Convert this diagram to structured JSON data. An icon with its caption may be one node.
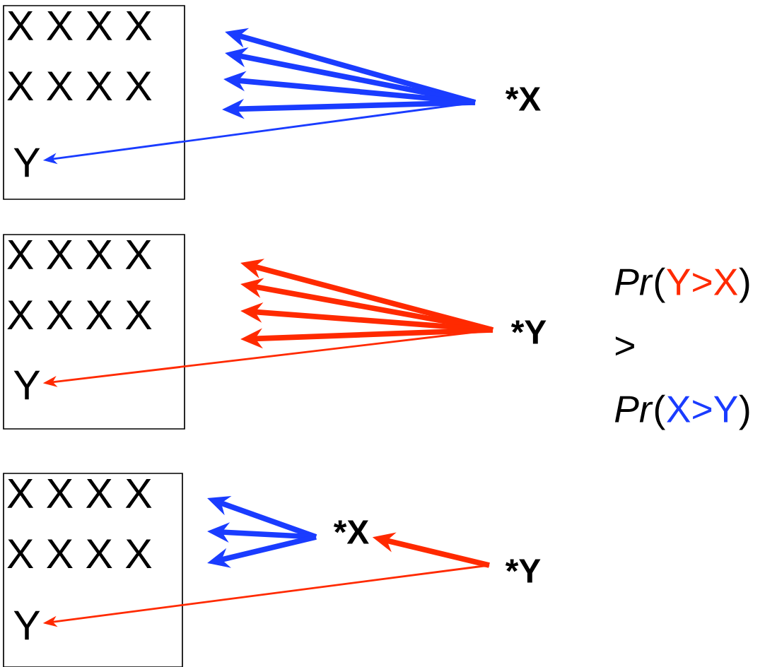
{
  "diagram": {
    "nodes": [
      {
        "text": [
          "X X X X",
          "X X X X"
        ]
      },
      {
        "text": [
          "Y"
        ],
        "in": 0
      },
      {
        "text": [
          "*X"
        ]
      },
      {
        "text": [
          "X X X X",
          "X X X X"
        ]
      },
      {
        "text": [
          "Y"
        ],
        "in": 3
      },
      {
        "text": [
          "*Y"
        ]
      },
      {
        "text": [
          "X X X X",
          "X X X X"
        ]
      },
      {
        "text": [
          "Y"
        ],
        "in": 6
      },
      {
        "text": [
          "*X"
        ]
      },
      {
        "text": [
          "*Y"
        ]
      }
    ],
    "edges": [
      {
        "from": 2,
        "to": null,
        "arrow": "to",
        "color": "#1a3cff"
      },
      {
        "from": 2,
        "to": null,
        "arrow": "to",
        "color": "#1a3cff"
      },
      {
        "from": 2,
        "to": null,
        "arrow": "to",
        "color": "#1a3cff"
      },
      {
        "from": 2,
        "to": null,
        "arrow": "to",
        "color": "#1a3cff"
      },
      {
        "from": 2,
        "to": 1,
        "arrow": "to",
        "color": "#1a3cff"
      },
      {
        "from": 5,
        "to": null,
        "arrow": "to",
        "color": "#ff2a00"
      },
      {
        "from": 5,
        "to": null,
        "arrow": "to",
        "color": "#ff2a00"
      },
      {
        "from": 5,
        "to": null,
        "arrow": "to",
        "color": "#ff2a00"
      },
      {
        "from": 5,
        "to": null,
        "arrow": "to",
        "color": "#ff2a00"
      },
      {
        "from": 5,
        "to": 4,
        "arrow": "to",
        "color": "#ff2a00"
      },
      {
        "from": 8,
        "to": null,
        "arrow": "to",
        "color": "#1a3cff"
      },
      {
        "from": 8,
        "to": null,
        "arrow": "to",
        "color": "#1a3cff"
      },
      {
        "from": 8,
        "to": null,
        "arrow": "to",
        "color": "#1a3cff"
      },
      {
        "from": 9,
        "to": 7,
        "arrow": "to",
        "color": "#ff2a00"
      },
      {
        "from": 9,
        "to": 8,
        "arrow": "to",
        "color": "#ff2a00"
      }
    ],
    "labels": [
      "*Pr*(",
      "Y>X",
      ")",
      ">",
      "*Pr*(",
      "X>Y",
      ")"
    ]
  }
}
